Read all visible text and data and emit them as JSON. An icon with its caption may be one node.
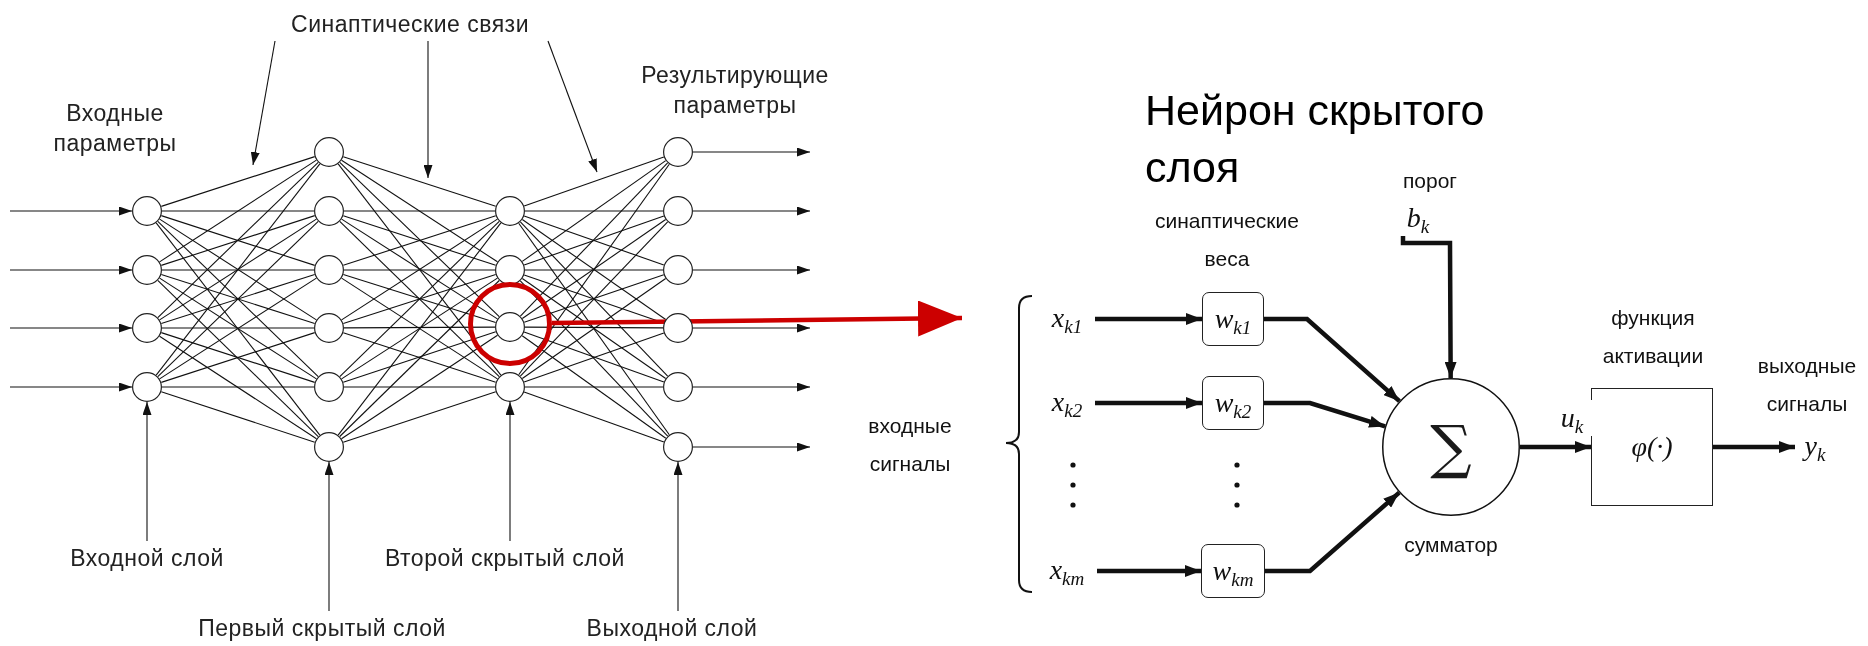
{
  "diagram": {
    "nodes": [
      {
        "text": [],
        "shape": "circle"
      },
      {
        "text": [],
        "shape": "circle"
      },
      {
        "text": [],
        "shape": "circle"
      },
      {
        "text": [],
        "shape": "circle"
      },
      {
        "text": [],
        "shape": "circle"
      },
      {
        "text": [],
        "shape": "circle"
      },
      {
        "text": [],
        "shape": "circle"
      },
      {
        "text": [],
        "shape": "circle"
      },
      {
        "text": [],
        "shape": "circle"
      },
      {
        "text": [],
        "shape": "circle"
      },
      {
        "text": [],
        "shape": "circle"
      },
      {
        "text": [],
        "shape": "circle"
      },
      {
        "text": [],
        "shape": "circle"
      },
      {
        "text": [],
        "shape": "circle",
        "in": 12
      },
      {
        "text": [],
        "shape": "circle"
      },
      {
        "text": [],
        "shape": "circle"
      },
      {
        "text": [],
        "shape": "circle"
      },
      {
        "text": [],
        "shape": "circle"
      },
      {
        "text": [],
        "shape": "circle"
      },
      {
        "text": [],
        "shape": "circle"
      },
      {
        "text": [],
        "shape": "circle"
      },
      {
        "text": [
          "Синаптические связи"
        ]
      },
      {
        "text": [
          "Входной слой"
        ]
      },
      {
        "text": [
          "Первый скрытый слой"
        ]
      },
      {
        "text": [
          "Второй скрытый слой"
        ]
      },
      {
        "text": [
          "Выходной слой"
        ]
      },
      {
        "text": [
          "x$_{k1}$"
        ]
      },
      {
        "text": [
          "x$_{k2}$"
        ]
      },
      {
        "text": [
          "x$_{km}$"
        ]
      },
      {
        "text": [
          "w$_{k1}$"
        ]
      },
      {
        "text": [
          "w$_{k2}$"
        ]
      },
      {
        "text": [
          "w$_{km}$"
        ]
      },
      {
        "text": [
          "b$_{k}$"
        ],
        "beside": [
          "порог"
        ]
      },
      {
        "text": [
          "∑"
        ],
        "beside": [
          "сумматор"
        ]
      },
      {
        "text": [
          "φ(·)"
        ],
        "beside": [
          "функция активации"
        ]
      },
      {
        "text": [
          "y$_{k}$"
        ]
      }
    ],
    "edges": [
      {
        "from": 0,
        "to": 4,
        "arrow": "none"
      },
      {
        "from": 0,
        "to": 5,
        "arrow": "none"
      },
      {
        "from": 0,
        "to": 6,
        "arrow": "none"
      },
      {
        "from": 0,
        "to": 7,
        "arrow": "none"
      },
      {
        "from": 0,
        "to": 8,
        "arrow": "none"
      },
      {
        "from": 0,
        "to": 9,
        "arrow": "none"
      },
      {
        "from": 1,
        "to": 4,
        "arrow": "none"
      },
      {
        "from": 1,
        "to": 5,
        "arrow": "none"
      },
      {
        "from": 1,
        "to": 6,
        "arrow": "none"
      },
      {
        "from": 1,
        "to": 7,
        "arrow": "none"
      },
      {
        "from": 1,
        "to": 8,
        "arrow": "none"
      },
      {
        "from": 1,
        "to": 9,
        "arrow": "none"
      },
      {
        "from": 2,
        "to": 4,
        "arrow": "none"
      },
      {
        "from": 2,
        "to": 5,
        "arrow": "none"
      },
      {
        "from": 2,
        "to": 6,
        "arrow": "none"
      },
      {
        "from": 2,
        "to": 7,
        "arrow": "none"
      },
      {
        "from": 2,
        "to": 8,
        "arrow": "none"
      },
      {
        "from": 2,
        "to": 9,
        "arrow": "none"
      },
      {
        "from": 3,
        "to": 4,
        "arrow": "none"
      },
      {
        "from": 3,
        "to": 5,
        "arrow": "none"
      },
      {
        "from": 3,
        "to": 6,
        "arrow": "none"
      },
      {
        "from": 3,
        "to": 7,
        "arrow": "none"
      },
      {
        "from": 3,
        "to": 8,
        "arrow": "none"
      },
      {
        "from": 3,
        "to": 9,
        "arrow": "none"
      },
      {
        "from": 4,
        "to": 10,
        "arrow": "none"
      },
      {
        "from": 4,
        "to": 11,
        "arrow": "none"
      },
      {
        "from": 4,
        "to": 13,
        "arrow": "none"
      },
      {
        "from": 4,
        "to": 14,
        "arrow": "none"
      },
      {
        "from": 5,
        "to": 10,
        "arrow": "none"
      },
      {
        "from": 5,
        "to": 11,
        "arrow": "none"
      },
      {
        "from": 5,
        "to": 13,
        "arrow": "none"
      },
      {
        "from": 5,
        "to": 14,
        "arrow": "none"
      },
      {
        "from": 6,
        "to": 10,
        "arrow": "none"
      },
      {
        "from": 6,
        "to": 11,
        "arrow": "none"
      },
      {
        "from": 6,
        "to": 13,
        "arrow": "none"
      },
      {
        "from": 6,
        "to": 14,
        "arrow": "none"
      },
      {
        "from": 7,
        "to": 10,
        "arrow": "none"
      },
      {
        "from": 7,
        "to": 11,
        "arrow": "none"
      },
      {
        "from": 7,
        "to": 13,
        "arrow": "none"
      },
      {
        "from": 7,
        "to": 14,
        "arrow": "none"
      },
      {
        "from": 8,
        "to": 10,
        "arrow": "none"
      },
      {
        "from": 8,
        "to": 11,
        "arrow": "none"
      },
      {
        "from": 8,
        "to": 13,
        "arrow": "none"
      },
      {
        "from": 8,
        "to": 14,
        "arrow": "none"
      },
      {
        "from": 9,
        "to": 10,
        "arrow": "none"
      },
      {
        "from": 9,
        "to": 11,
        "arrow": "none"
      },
      {
        "from": 9,
        "to": 13,
        "arrow": "none"
      },
      {
        "from": 9,
        "to": 14,
        "arrow": "none"
      },
      {
        "from": 10,
        "to": 15,
        "arrow": "none"
      },
      {
        "from": 10,
        "to": 16,
        "arrow": "none"
      },
      {
        "from": 10,
        "to": 17,
        "arrow": "none"
      },
      {
        "from": 10,
        "to": 18,
        "arrow": "none"
      },
      {
        "from": 10,
        "to": 19,
        "arrow": "none"
      },
      {
        "from": 10,
        "to": 20,
        "arrow": "none"
      },
      {
        "from": 11,
        "to": 15,
        "arrow": "none"
      },
      {
        "from": 11,
        "to": 16,
        "arrow": "none"
      },
      {
        "from": 11,
        "to": 17,
        "arrow": "none"
      },
      {
        "from": 11,
        "to": 18,
        "arrow": "none"
      },
      {
        "from": 11,
        "to": 19,
        "arrow": "none"
      },
      {
        "from": 11,
        "to": 20,
        "arrow": "none"
      },
      {
        "from": 13,
        "to": 15,
        "arrow": "none"
      },
      {
        "from": 13,
        "to": 16,
        "arrow": "none"
      },
      {
        "from": 13,
        "to": 17,
        "arrow": "none"
      },
      {
        "from": 13,
        "to": 18,
        "arrow": "none"
      },
      {
        "from": 13,
        "to": 19,
        "arrow": "none"
      },
      {
        "from": 13,
        "to": 20,
        "arrow": "none"
      },
      {
        "from": 14,
        "to": 15,
        "arrow": "none"
      },
      {
        "from": 14,
        "to": 16,
        "arrow": "none"
      },
      {
        "from": 14,
        "to": 17,
        "arrow": "none"
      },
      {
        "from": 14,
        "to": 18,
        "arrow": "none"
      },
      {
        "from": 14,
        "to": 19,
        "arrow": "none"
      },
      {
        "from": 14,
        "to": 20,
        "arrow": "none"
      },
      {
        "from": null,
        "to": 0,
        "arrow": "to"
      },
      {
        "from": null,
        "to": 1,
        "arrow": "to"
      },
      {
        "from": null,
        "to": 2,
        "arrow": "to"
      },
      {
        "from": null,
        "to": 3,
        "arrow": "to"
      },
      {
        "from": 15,
        "to": null,
        "arrow": "to"
      },
      {
        "from": 16,
        "to": null,
        "arrow": "to"
      },
      {
        "from": 17,
        "to": null,
        "arrow": "to"
      },
      {
        "from": 18,
        "to": null,
        "arrow": "to"
      },
      {
        "from": 19,
        "to": null,
        "arrow": "to"
      },
      {
        "from": 20,
        "to": null,
        "arrow": "to"
      },
      {
        "from": 21,
        "to": null,
        "arrow": "to"
      },
      {
        "from": 21,
        "to": null,
        "arrow": "to"
      },
      {
        "from": 21,
        "to": null,
        "arrow": "to"
      },
      {
        "from": 22,
        "to": 3,
        "arrow": "to"
      },
      {
        "from": 23,
        "to": 9,
        "arrow": "to"
      },
      {
        "from": 24,
        "to": 14,
        "arrow": "to"
      },
      {
        "from": 25,
        "to": 20,
        "arrow": "to"
      },
      {
        "from": 12,
        "to": null,
        "arrow": "to",
        "style": "thick",
        "color": "#cc0000"
      },
      {
        "from": 26,
        "to": 29,
        "arrow": "to",
        "style": "thick"
      },
      {
        "from": 27,
        "to": 30,
        "arrow": "to",
        "style": "thick"
      },
      {
        "from": 28,
        "to": 31,
        "arrow": "to",
        "style": "thick"
      },
      {
        "from": 29,
        "to": 33,
        "arrow": "to",
        "style": "thick"
      },
      {
        "from": 30,
        "to": 33,
        "arrow": "to",
        "style": "thick"
      },
      {
        "from": 31,
        "to": 33,
        "arrow": "to",
        "style": "thick"
      },
      {
        "from": 32,
        "to": 33,
        "arrow": "to",
        "style": "thick"
      },
      {
        "from": 33,
        "to": 34,
        "arrow": "to",
        "style": "thick",
        "label": "u$_{k}$"
      },
      {
        "from": 34,
        "to": 35,
        "arrow": "to",
        "style": "thick"
      }
    ],
    "labels": [
      "Входные параметры",
      "Результирующие параметры",
      "Нейрон скрытого слоя",
      "синаптические веса",
      "входные сигналы",
      "выходные сигналы"
    ]
  }
}
